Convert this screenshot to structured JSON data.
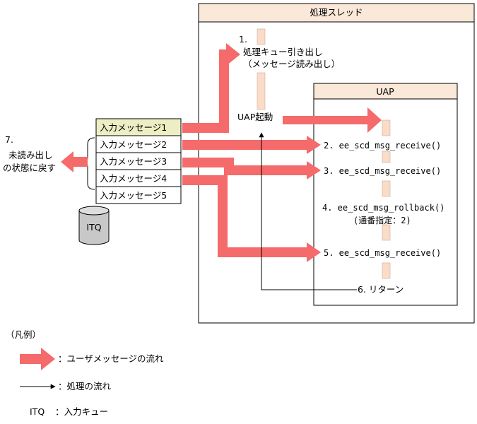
{
  "thread": {
    "title": "処理スレッド"
  },
  "uap": {
    "title": "UAP",
    "start_label": "UAP起動"
  },
  "queue": {
    "messages": [
      "入力メッセージ1",
      "入力メッセージ2",
      "入力メッセージ3",
      "入力メッセージ4",
      "入力メッセージ5"
    ],
    "db_label": "ITQ"
  },
  "steps": {
    "step1_num": "1.",
    "step1_line1": "処理キュー引き出し",
    "step1_line2": "（メッセージ読み出し）",
    "step2": "2. ee_scd_msg_receive()",
    "step3": "3. ee_scd_msg_receive()",
    "step4_line1": "4. ee_scd_msg_rollback()",
    "step4_line2": "(通番指定：2)",
    "step5": "5. ee_scd_msg_receive()",
    "step6": "6. リターン",
    "step7_num": "7.",
    "step7_line1": "未読み出し",
    "step7_line2": "の状態に戻す"
  },
  "legend": {
    "title": "（凡例）",
    "user_message_flow": "：ユーザメッセージの流れ",
    "process_flow": "：処理の流れ",
    "itq_key": "ITQ",
    "itq_desc": "：入力キュー"
  },
  "colors": {
    "arrow": "#f56a6a",
    "activation_bar": "#fadcc8",
    "header_fill": "#fae8d8",
    "highlight_row": "#eeeec4"
  }
}
